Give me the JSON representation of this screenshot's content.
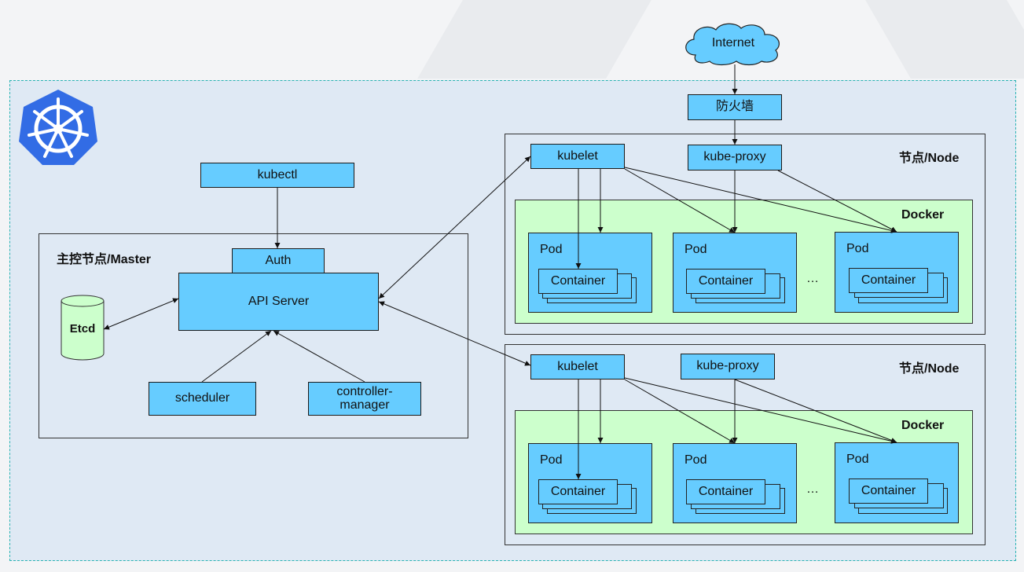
{
  "internet_label": "Internet",
  "firewall_label": "防火墙",
  "kubectl_label": "kubectl",
  "master": {
    "title": "主控节点/Master",
    "auth": "Auth",
    "api_server": "API Server",
    "etcd": "Etcd",
    "scheduler": "scheduler",
    "controller_manager": "controller-\nmanager"
  },
  "nodes": [
    {
      "title": "节点/Node",
      "kubelet": "kubelet",
      "kube_proxy": "kube-proxy",
      "docker": "Docker",
      "pods": [
        {
          "label": "Pod",
          "container": "Container"
        },
        {
          "label": "Pod",
          "container": "Container"
        },
        {
          "label": "Pod",
          "container": "Container"
        }
      ],
      "ellipsis": "…"
    },
    {
      "title": "节点/Node",
      "kubelet": "kubelet",
      "kube_proxy": "kube-proxy",
      "docker": "Docker",
      "pods": [
        {
          "label": "Pod",
          "container": "Container"
        },
        {
          "label": "Pod",
          "container": "Container"
        },
        {
          "label": "Pod",
          "container": "Container"
        }
      ],
      "ellipsis": "…"
    }
  ],
  "colors": {
    "component_fill": "#66ccff",
    "docker_fill": "#ccffcc",
    "cluster_fill": "#dfe9f4",
    "cluster_border": "#2ab3b3",
    "logo": "#326ce5",
    "etcd_fill": "#ccffcc"
  }
}
